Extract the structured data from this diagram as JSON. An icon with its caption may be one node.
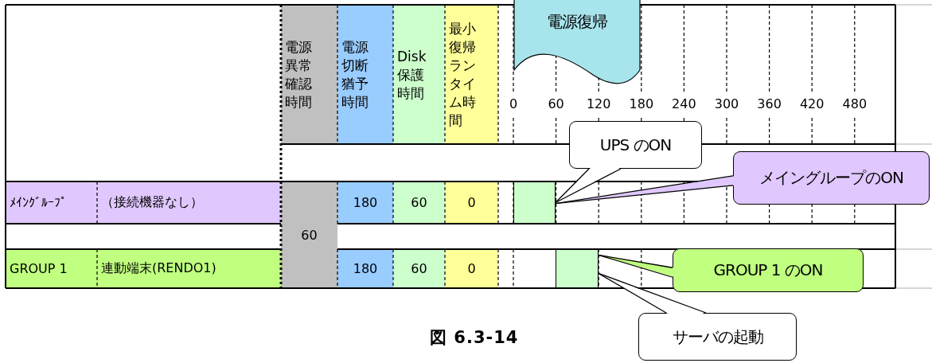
{
  "diagram": {
    "caption": "図 6.3-14",
    "nodes": [
      {
        "text": [
          "電源復帰"
        ]
      },
      {
        "text": [],
        "shape": "bar"
      },
      {
        "text": [],
        "shape": "bar"
      },
      {
        "text": [
          "UPS のON"
        ]
      },
      {
        "text": [
          "メイングループのON"
        ]
      },
      {
        "text": [
          "GROUP 1 のON"
        ]
      },
      {
        "text": [
          "サーバの起動"
        ]
      }
    ],
    "edges": [
      {
        "from": 3,
        "to": 1,
        "arrow": "none"
      },
      {
        "from": 4,
        "to": 1,
        "arrow": "none"
      },
      {
        "from": 5,
        "to": 2,
        "arrow": "none"
      },
      {
        "from": 6,
        "to": 2,
        "arrow": "none"
      }
    ],
    "labels": [
      "電源異常確認時間",
      "電源切断猶予時間",
      "Disk保護時間",
      "最小復帰ランタイム時間",
      "0",
      "60",
      "120",
      "180",
      "240",
      "300",
      "360",
      "420",
      "480",
      "ﾒｲﾝｸﾞﾙｰﾌﾟ",
      "（接続機器なし）",
      "180",
      "60",
      "0",
      "60",
      "GROUP 1",
      "連動端末(RENDO1)",
      "180",
      "60",
      "0"
    ]
  }
}
